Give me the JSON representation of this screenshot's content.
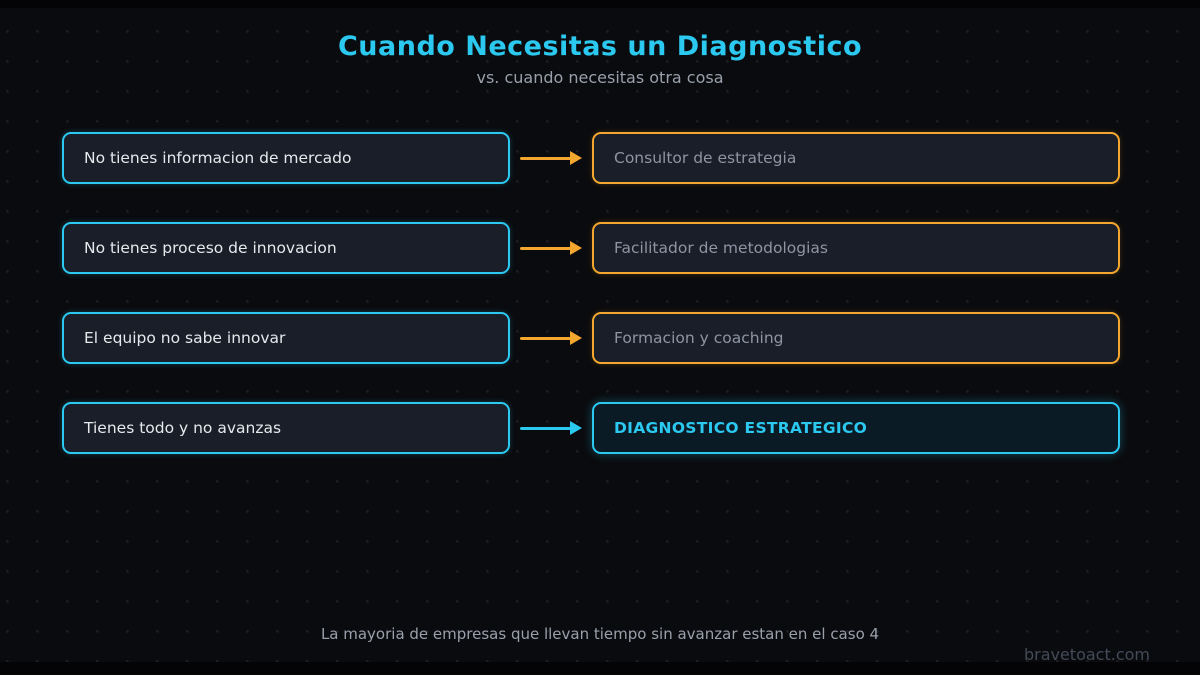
{
  "title": "Cuando Necesitas un Diagnostico",
  "subtitle": "vs. cuando necesitas otra cosa",
  "rows": [
    {
      "need": "No tienes informacion de mercado",
      "solution": "Consultor de estrategia",
      "highlight": false
    },
    {
      "need": "No tienes proceso de innovacion",
      "solution": "Facilitador de metodologias",
      "highlight": false
    },
    {
      "need": "El equipo no sabe innovar",
      "solution": "Formacion y coaching",
      "highlight": false
    },
    {
      "need": "Tienes todo y no avanzas",
      "solution": "DIAGNOSTICO ESTRATEGICO",
      "highlight": true
    }
  ],
  "footer_note": "La mayoria de empresas que llevan tiempo sin avanzar estan en el caso 4",
  "watermark": "bravetoact.com",
  "colors": {
    "cyan": "#2bc8f0",
    "orange": "#f3a72e",
    "bg": "#0a0b0e",
    "box-fill": "#191e29",
    "highlight-fill": "#0b1b26",
    "text-primary": "#e6e8ec",
    "text-muted": "#8d95a3",
    "text-dim": "#99a0ab",
    "watermark": "#434a58"
  }
}
